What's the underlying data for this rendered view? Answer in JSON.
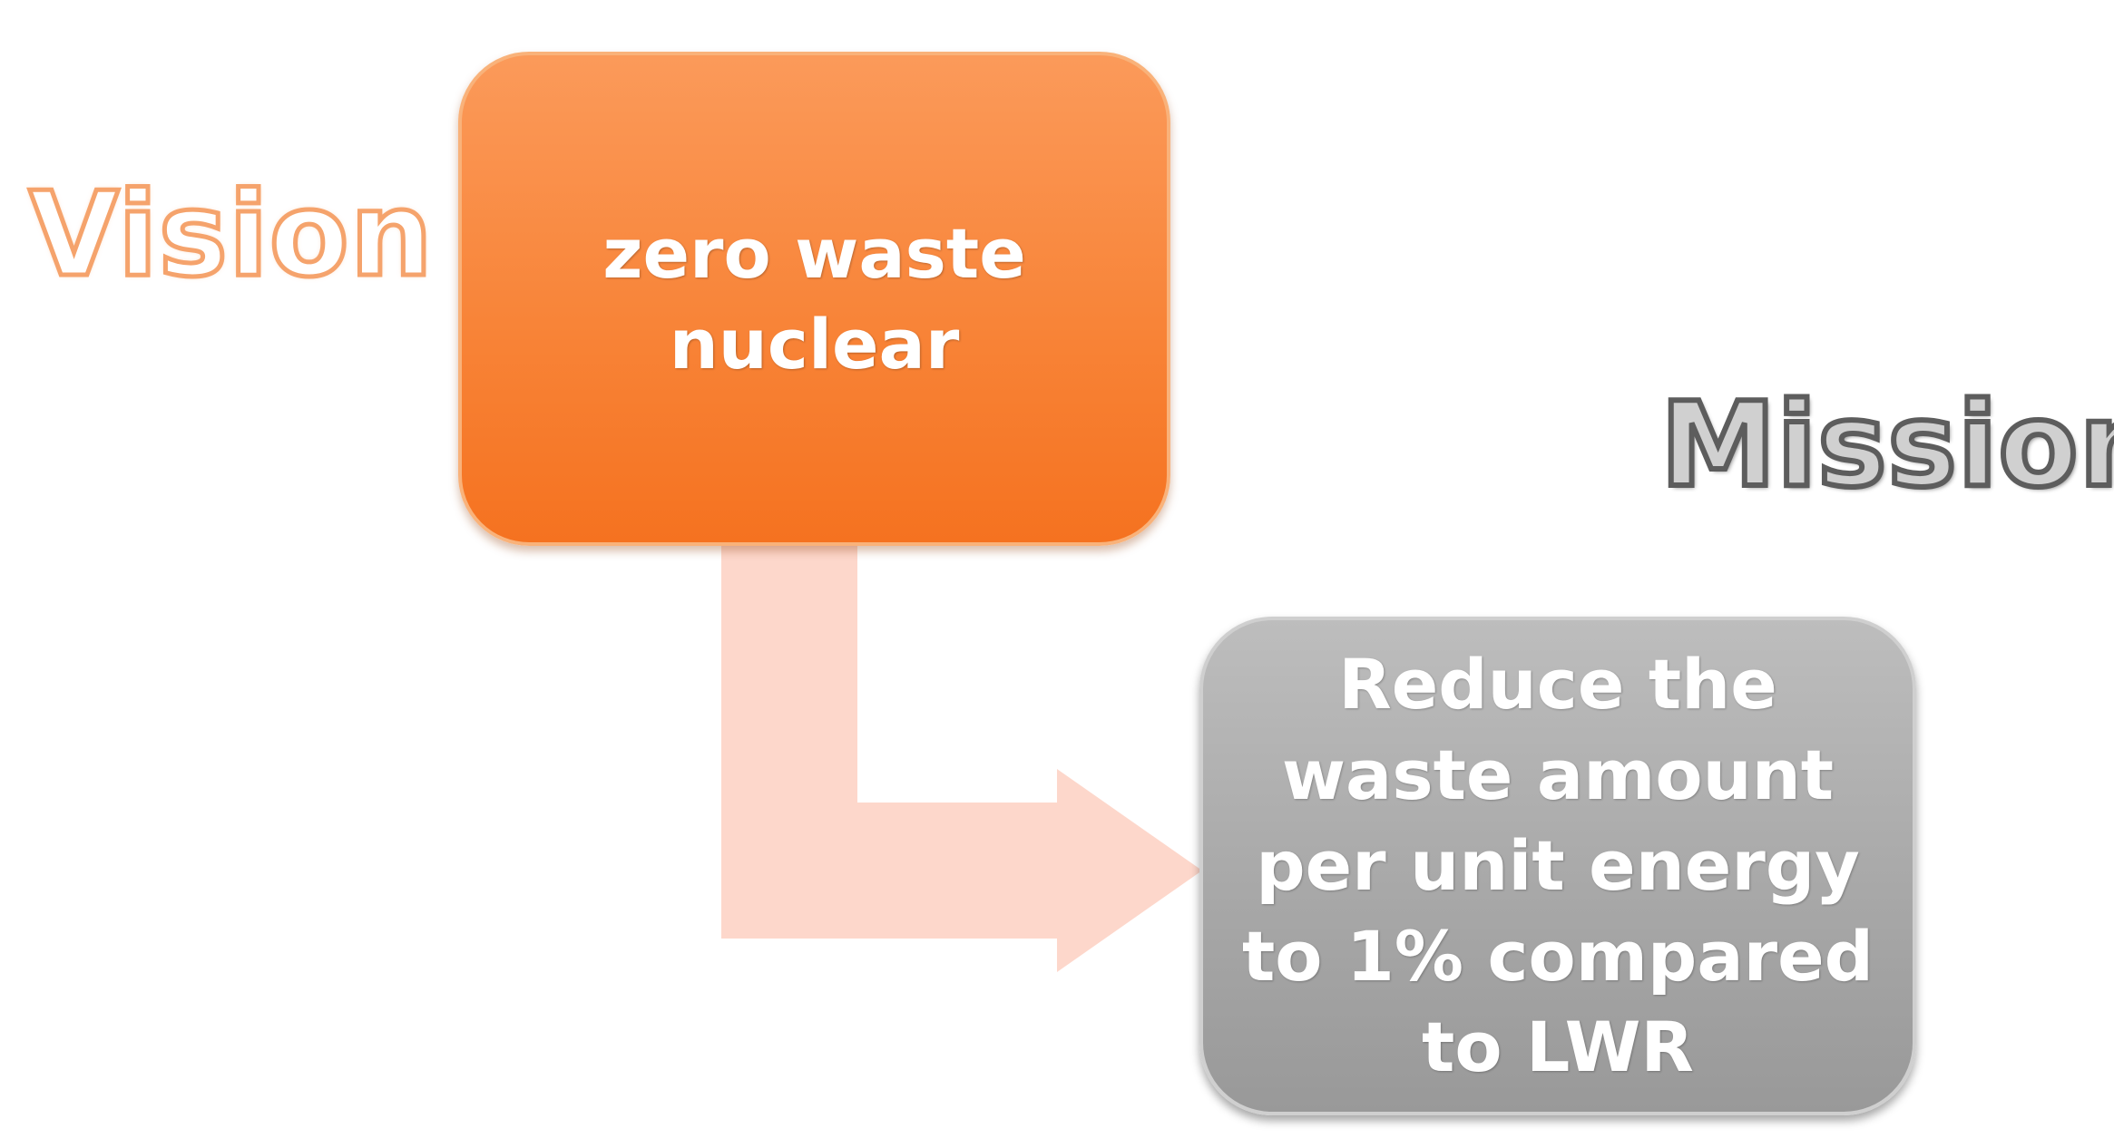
{
  "labels": {
    "vision": "Vision",
    "mission": "Mission"
  },
  "boxes": {
    "vision": "zero waste nuclear",
    "mission": "Reduce the waste amount per unit energy to 1% compared to LWR"
  },
  "colors": {
    "vision_fill": "#f88438",
    "mission_fill": "#a8a8a8",
    "connector": "#fdd5c8"
  }
}
